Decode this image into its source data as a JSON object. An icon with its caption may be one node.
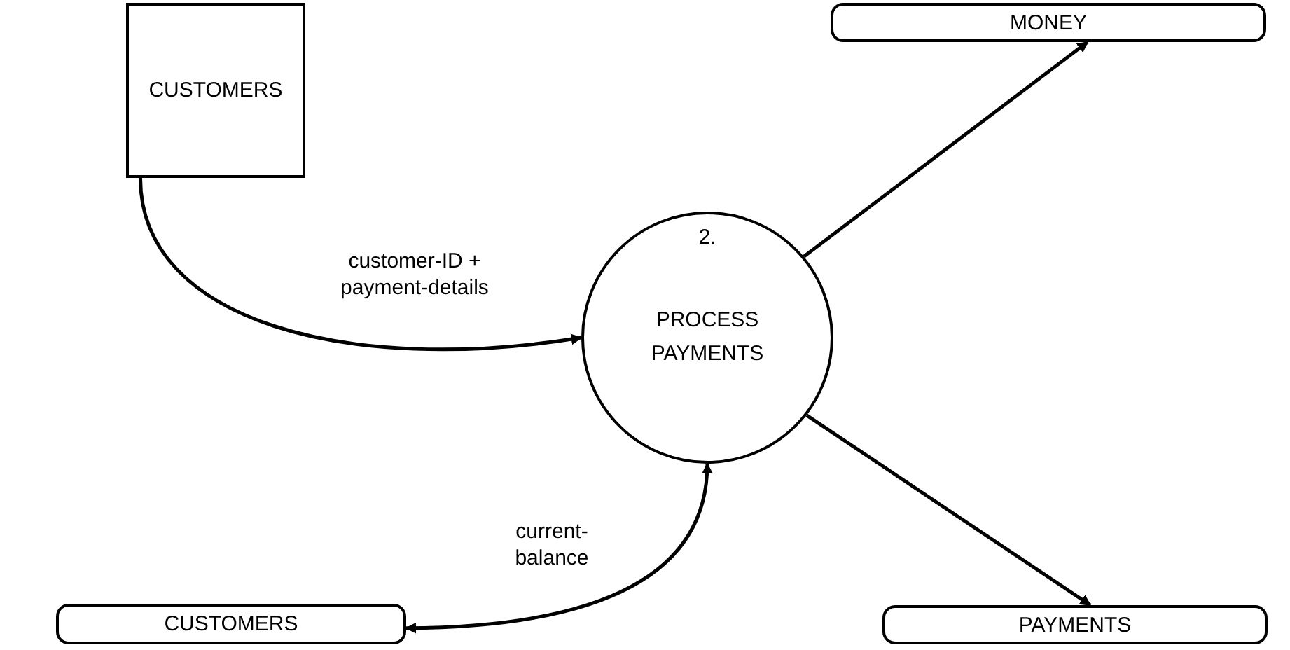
{
  "diagram": {
    "nodes": [
      {
        "text": [
          "CUSTOMERS"
        ]
      },
      {
        "text": [
          "MONEY"
        ]
      },
      {
        "text": [
          "2.",
          "PROCESS PAYMENTS"
        ]
      },
      {
        "text": [
          "CUSTOMERS"
        ]
      },
      {
        "text": [
          "PAYMENTS"
        ]
      }
    ],
    "edges": [
      {
        "from": 0,
        "to": 2,
        "arrow": "to",
        "label": "customer-ID + payment-details"
      },
      {
        "from": 2,
        "to": 1,
        "arrow": "to"
      },
      {
        "from": 2,
        "to": 4,
        "arrow": "to"
      },
      {
        "from": 2,
        "to": 3,
        "arrow": "both",
        "label": "current-balance"
      }
    ]
  }
}
